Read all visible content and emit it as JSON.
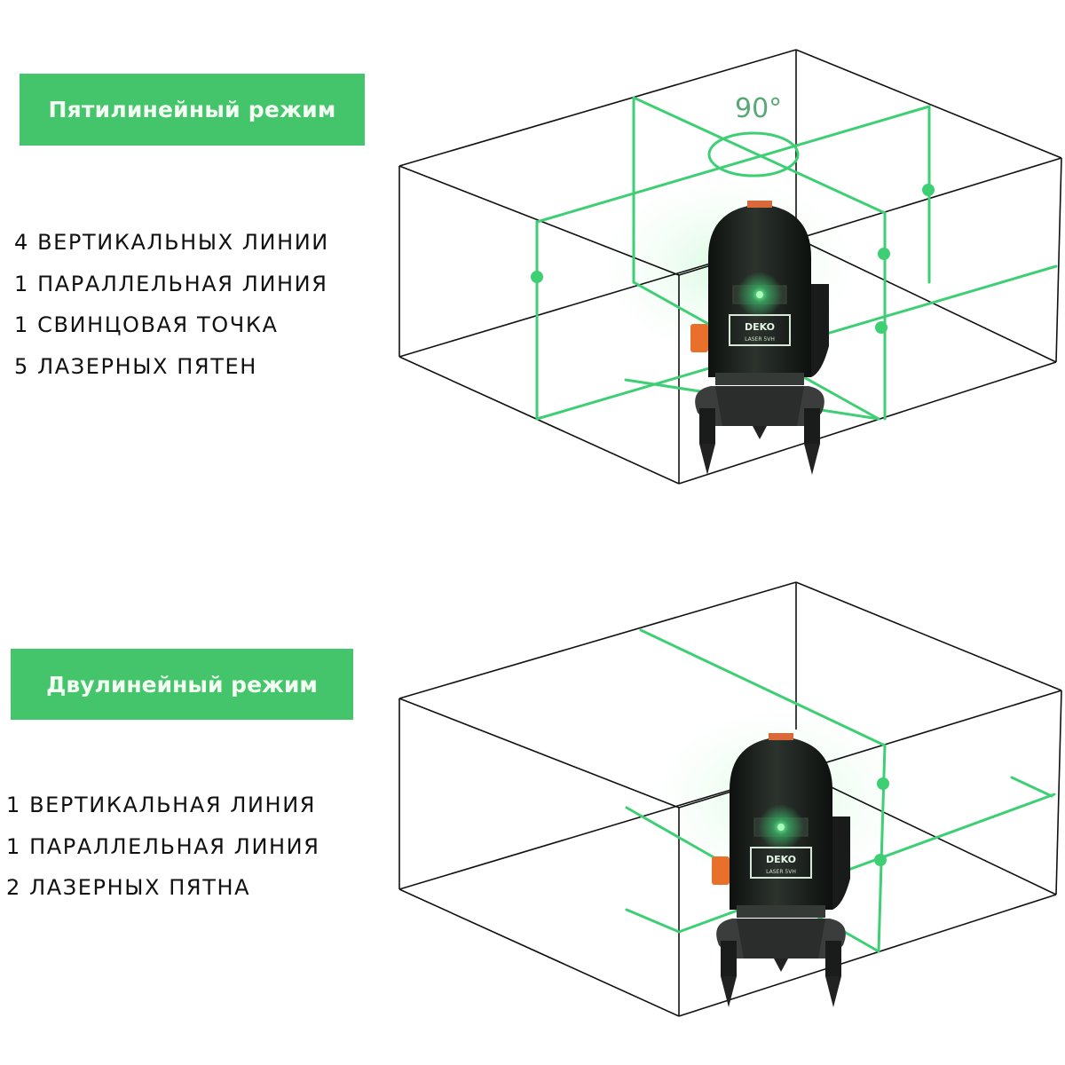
{
  "five_line_mode": {
    "title": "Пятилинейный режим",
    "features": [
      "4 ВЕРТИКАЛЬНЫХ ЛИНИИ",
      "1 ПАРАЛЛЕЛЬНАЯ ЛИНИЯ",
      "1 СВИНЦОВАЯ ТОЧКА",
      "5 ЛАЗЕРНЫХ ПЯТЕН"
    ],
    "angle_label": "90°"
  },
  "two_line_mode": {
    "title": "Двулинейный режим",
    "features": [
      "1 ВЕРТИКАЛЬНАЯ ЛИНИЯ",
      "1 ПАРАЛЛЕЛЬНАЯ ЛИНИЯ",
      "2 ЛАЗЕРНЫХ ПЯТНА"
    ]
  },
  "device": {
    "brand": "DEKO",
    "model_label": "LASER 5VH"
  },
  "colors": {
    "badge_green": "#45c56b",
    "laser_green": "#3ecf75",
    "device_body": "#1e231f",
    "knob_orange": "#e8702a"
  }
}
